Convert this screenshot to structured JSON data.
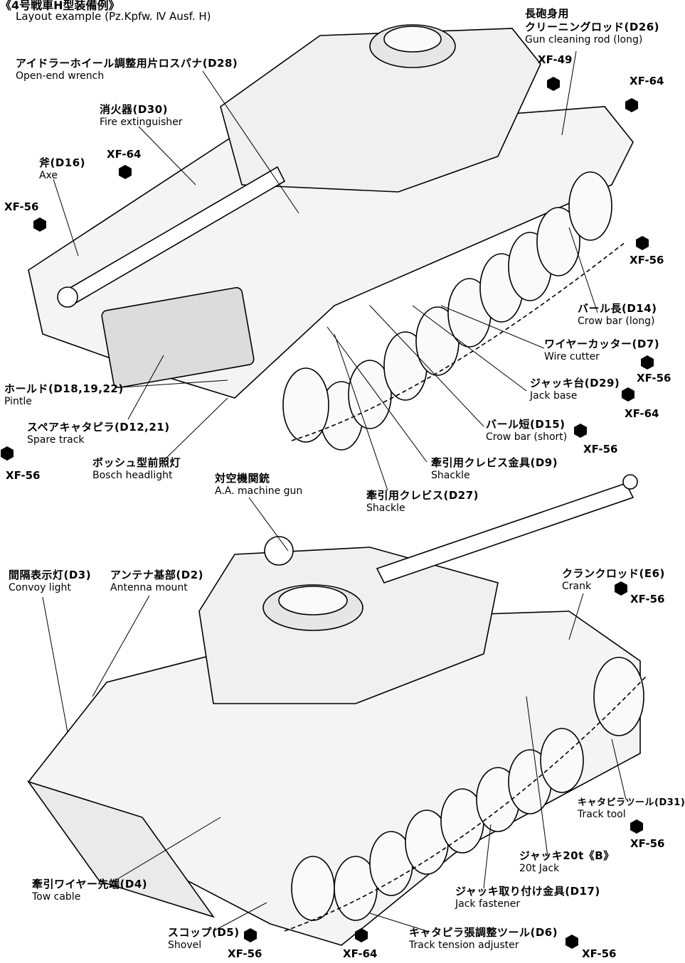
{
  "title": {
    "jp": "《4号戦車H型装備例》",
    "en": "Layout example (Pz.Kpfw. Ⅳ Ausf. H)"
  },
  "top_labels": [
    {
      "key": "d26",
      "jp_line1": "長砲身用",
      "jp": "クリーニングロッド(D26)",
      "en": "Gun cleaning rod (long)"
    },
    {
      "key": "d28",
      "jp": "アイドラーホイール調整用片ロスパナ(D28)",
      "en": "Open-end wrench"
    },
    {
      "key": "d30",
      "jp": "消火器(D30)",
      "en": "Fire extinguisher"
    },
    {
      "key": "d16",
      "jp": "斧(D16)",
      "en": "Axe"
    },
    {
      "key": "d14",
      "jp": "バール長(D14)",
      "en": "Crow bar (long)"
    },
    {
      "key": "d7",
      "jp": "ワイヤーカッター(D7)",
      "en": "Wire cutter"
    },
    {
      "key": "d29",
      "jp": "ジャッキ台(D29)",
      "en": "Jack base"
    },
    {
      "key": "d18",
      "jp": "ホールド(D18,19,22)",
      "en": "Pintle"
    },
    {
      "key": "d15",
      "jp": "バール短(D15)",
      "en": "Crow bar (short)"
    },
    {
      "key": "d12",
      "jp": "スペアキャタピラ(D12,21)",
      "en": "Spare track"
    },
    {
      "key": "d9",
      "jp": "牽引用クレビス金具(D9)",
      "en": "Shackle"
    },
    {
      "key": "bosch",
      "jp": "ボッシュ型前照灯",
      "en": "Bosch headlight"
    },
    {
      "key": "aa",
      "jp": "対空機関銃",
      "en": "A.A. machine gun"
    },
    {
      "key": "d27",
      "jp": "牽引用クレビス(D27)",
      "en": "Shackle"
    }
  ],
  "bottom_labels": [
    {
      "key": "d3",
      "jp": "間隔表示灯(D3)",
      "en": "Convoy light"
    },
    {
      "key": "d2",
      "jp": "アンテナ基部(D2)",
      "en": "Antenna mount"
    },
    {
      "key": "e6",
      "jp": "クランクロッド(E6)",
      "en": "Crank"
    },
    {
      "key": "d31",
      "jp": "キャタピラツール(D31)",
      "en": "Track tool"
    },
    {
      "key": "d4",
      "jp": "牽引ワイヤー先端(D4)",
      "en": "Tow cable"
    },
    {
      "key": "jack",
      "jp": "ジャッキ20t《B》",
      "en": "20t Jack"
    },
    {
      "key": "d17",
      "jp": "ジャッキ取り付け金具(D17)",
      "en": "Jack fastener"
    },
    {
      "key": "d5",
      "jp": "スコップ(D5)",
      "en": "Shovel"
    },
    {
      "key": "d6",
      "jp": "キャタピラ張調整ツール(D6)",
      "en": "Track tension adjuster"
    }
  ],
  "paint_codes": {
    "xf49_top": "XF-49",
    "xf64_tr": "XF-64",
    "xf64_axe": "XF-64",
    "xf56_left": "XF-56",
    "xf56_right": "XF-56",
    "xf56_d7": "XF-56",
    "xf64_d29": "XF-64",
    "xf56_d15": "XF-56",
    "xf56_track": "XF-56",
    "xf56_crank": "XF-56",
    "xf56_d31": "XF-56",
    "xf56_shovel": "XF-56",
    "xf64_bottom": "XF-64",
    "xf56_d6": "XF-56"
  },
  "colors": {
    "ink": "#000000",
    "paper": "#ffffff",
    "hull": "#f4f4f4"
  }
}
